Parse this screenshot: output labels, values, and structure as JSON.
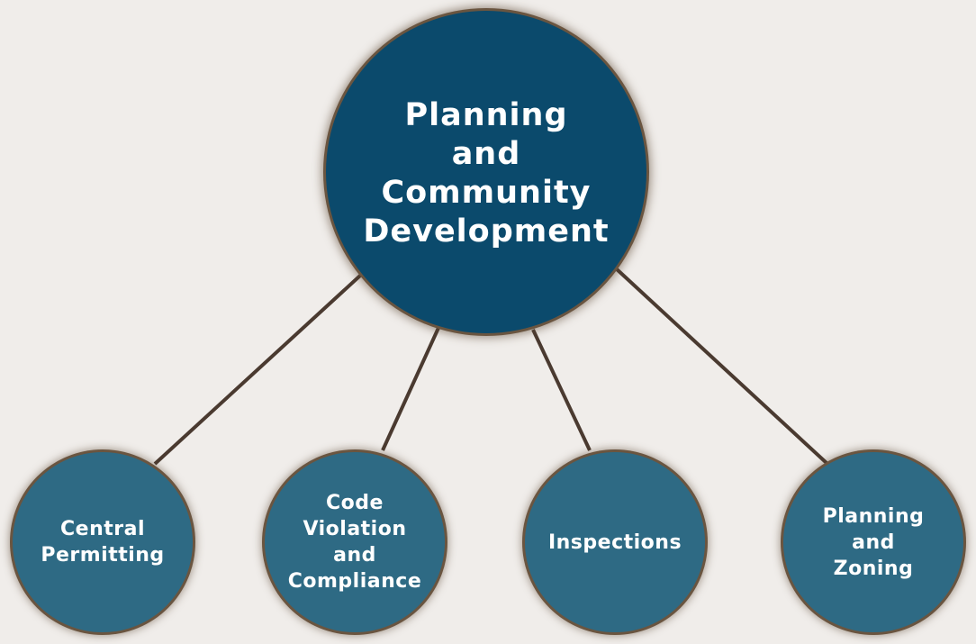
{
  "root": {
    "label": "Planning\nand\nCommunity\nDevelopment"
  },
  "children": [
    {
      "label": "Central\nPermitting"
    },
    {
      "label": "Code\nViolation\nand\nCompliance"
    },
    {
      "label": "Inspections"
    },
    {
      "label": "Planning\nand\nZoning"
    }
  ],
  "colors": {
    "background": "#f0edea",
    "root_fill": "#0b4a6c",
    "child_fill": "#2e6a84",
    "border": "#6a5540",
    "connector": "#4a3a30"
  }
}
